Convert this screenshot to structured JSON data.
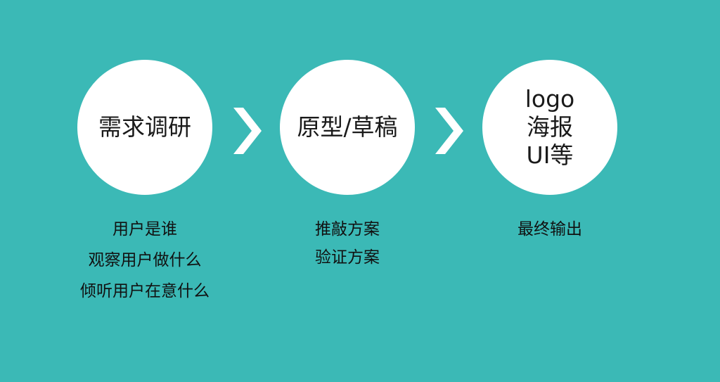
{
  "steps": [
    {
      "title": "需求调研",
      "details": [
        "用户是谁",
        "观察用户做什么",
        "倾听用户在意什么"
      ]
    },
    {
      "title": "原型/草稿",
      "details": [
        "推敲方案",
        "验证方案"
      ]
    },
    {
      "title_lines": [
        "logo",
        "海报",
        "UI等"
      ],
      "details": [
        "最终输出"
      ]
    }
  ],
  "colors": {
    "background": "#3bb9b6",
    "circle": "#ffffff",
    "arrow": "#ffffff",
    "text": "#111111"
  },
  "icons": {
    "arrow": "chevron-right-icon"
  }
}
